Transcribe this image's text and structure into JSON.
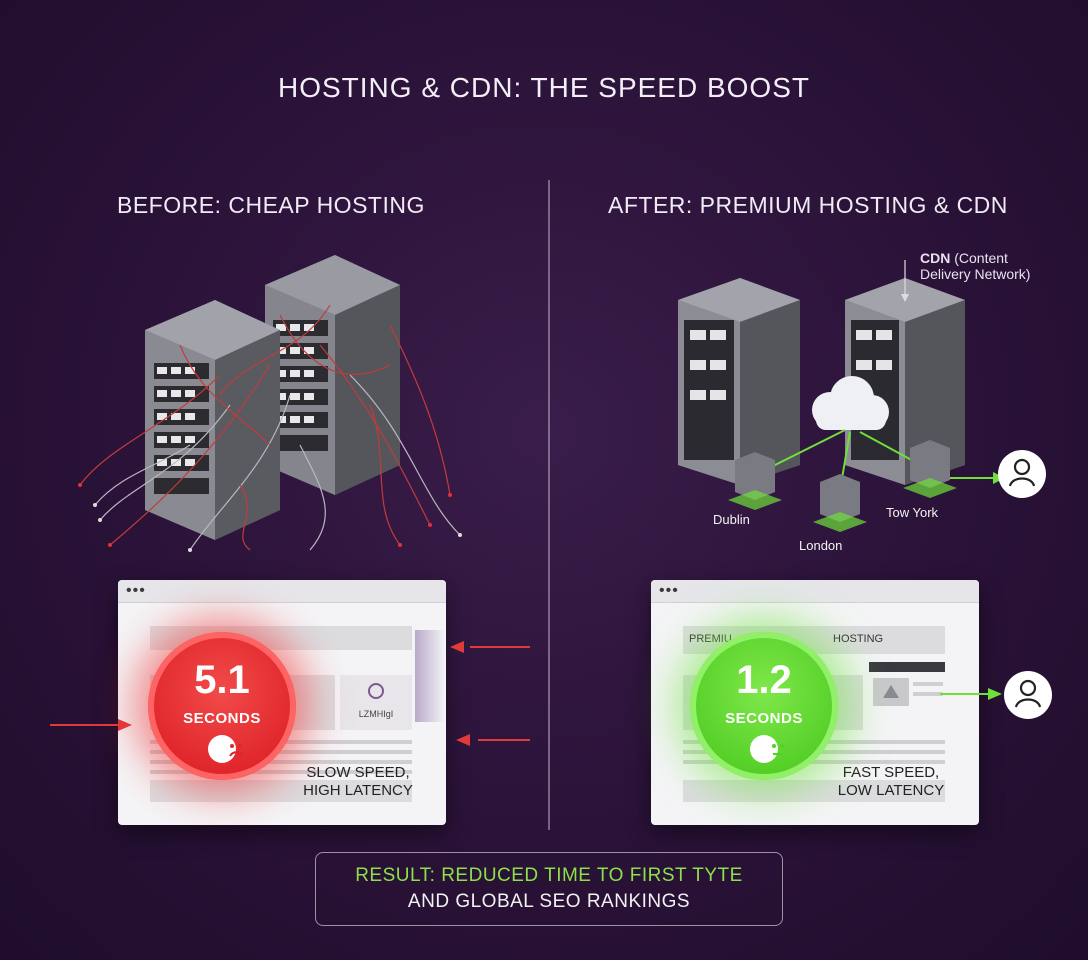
{
  "title": "HOSTING & CDN: THE SPEED BOOST",
  "before": {
    "heading": "BEFORE: CHEAP HOSTING",
    "load_time": "5.1",
    "unit": "SECONDS",
    "caption_line1": "SLOW SPEED,",
    "caption_line2": "HIGH LATENCY",
    "placeholder_text": "LZMHIgI",
    "status_color": "#e0262b",
    "face": "sad-face-icon"
  },
  "after": {
    "heading": "AFTER: PREMIUM HOSTING & CDN",
    "cdn_label_bold": "CDN",
    "cdn_label_rest_1": "(Content",
    "cdn_label_rest_2": "Delivery Network)",
    "cities": [
      "Dublin",
      "London",
      "Tow York"
    ],
    "load_time": "1.2",
    "unit": "SECONDS",
    "caption_line1": "FAST SPEED,",
    "caption_line2": "LOW LATENCY",
    "page_text_1": "PREMIU",
    "page_text_2": "HOSTING",
    "status_color": "#55cf28",
    "face": "neutral-face-icon"
  },
  "result": {
    "line1": "RESULT: REDUCED TIME TO FIRST TYTE",
    "line2": "AND GLOBAL SEO RANKINGS"
  },
  "browser_dots": "•••"
}
